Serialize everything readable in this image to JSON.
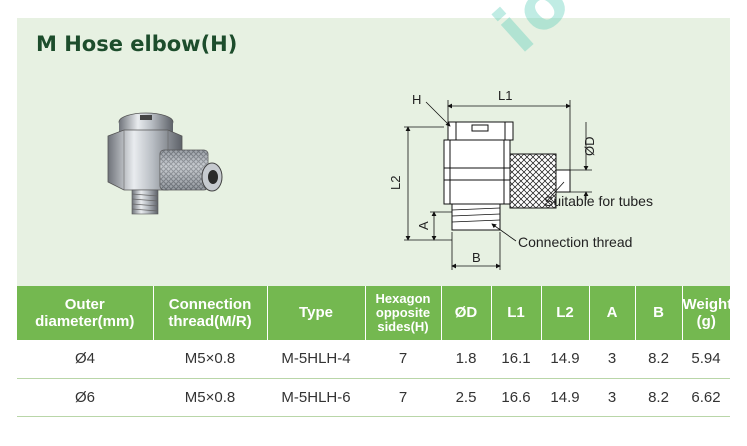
{
  "title": "M Hose elbow(H)",
  "watermark": "ioosco",
  "diagram": {
    "labels": {
      "h": "H",
      "l1": "L1",
      "l2": "L2",
      "a": "A",
      "b": "B",
      "od": "ØD",
      "suitable": "Suitable for tubes",
      "thread": "Connection thread"
    }
  },
  "table": {
    "headers": [
      "Outer diameter(mm)",
      "Connection thread(M/R)",
      "Type",
      "Hexagon opposite sides(H)",
      "ØD",
      "L1",
      "L2",
      "A",
      "B",
      "Weight (g)"
    ],
    "rows": [
      [
        "Ø4",
        "M5×0.8",
        "M-5HLH-4",
        "7",
        "1.8",
        "16.1",
        "14.9",
        "3",
        "8.2",
        "5.94"
      ],
      [
        "Ø6",
        "M5×0.8",
        "M-5HLH-6",
        "7",
        "2.5",
        "16.6",
        "14.9",
        "3",
        "8.2",
        "6.62"
      ]
    ]
  },
  "colors": {
    "header_bg": "#74b850",
    "panel_bg": "#e7f1e2",
    "title": "#1d4d2c"
  }
}
